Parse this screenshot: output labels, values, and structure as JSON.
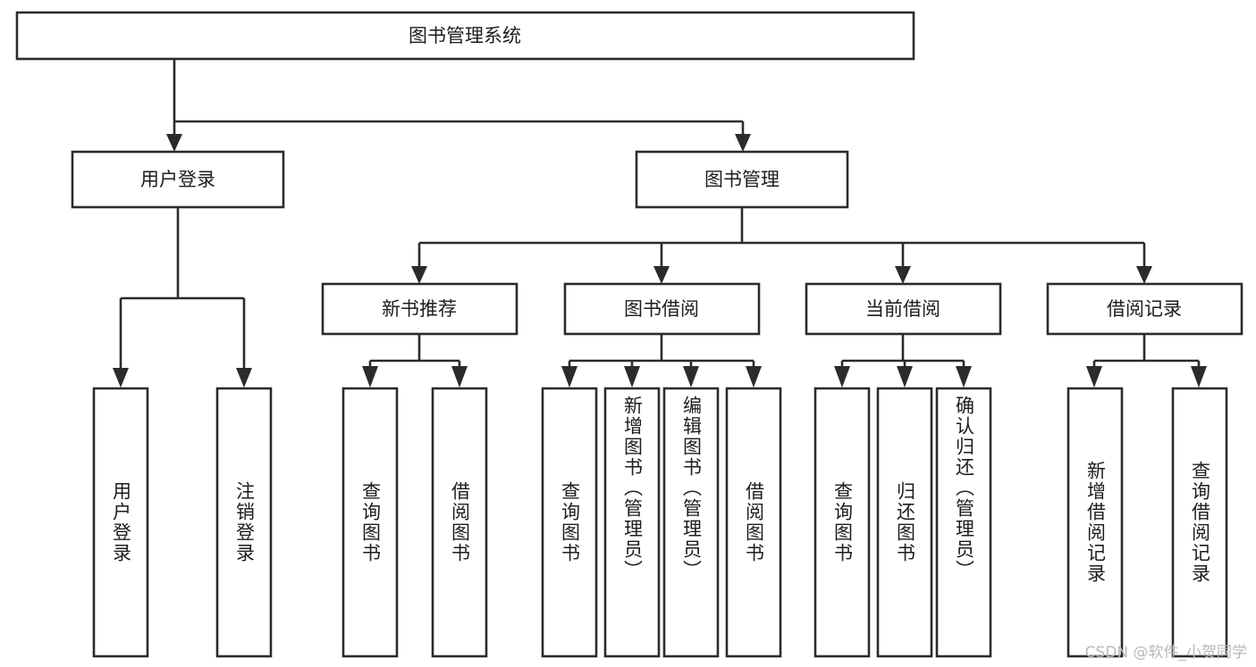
{
  "diagram": {
    "type": "tree",
    "title": "图书管理系统",
    "orientation": "top-down",
    "root": {
      "id": "root",
      "label": "图书管理系统"
    },
    "level2": [
      {
        "id": "user-login",
        "label": "用户登录"
      },
      {
        "id": "book-management",
        "label": "图书管理"
      }
    ],
    "level3": [
      {
        "id": "new-book-recommend",
        "label": "新书推荐",
        "parent": "book-management"
      },
      {
        "id": "book-borrow",
        "label": "图书借阅",
        "parent": "book-management"
      },
      {
        "id": "current-borrow",
        "label": "当前借阅",
        "parent": "book-management"
      },
      {
        "id": "borrow-record",
        "label": "借阅记录",
        "parent": "book-management"
      }
    ],
    "leaves": {
      "user-login": [
        {
          "id": "leaf-user-login",
          "label": "用户登录"
        },
        {
          "id": "leaf-logout",
          "label": "注销登录"
        }
      ],
      "new-book-recommend": [
        {
          "id": "leaf-query-book-1",
          "label": "查询图书"
        },
        {
          "id": "leaf-borrow-book-1",
          "label": "借阅图书"
        }
      ],
      "book-borrow": [
        {
          "id": "leaf-query-book-2",
          "label": "查询图书"
        },
        {
          "id": "leaf-add-book-admin",
          "label": "新增图书（管理员）"
        },
        {
          "id": "leaf-edit-book-admin",
          "label": "编辑图书（管理员）"
        },
        {
          "id": "leaf-borrow-book-2",
          "label": "借阅图书"
        }
      ],
      "current-borrow": [
        {
          "id": "leaf-query-book-3",
          "label": "查询图书"
        },
        {
          "id": "leaf-return-book",
          "label": "归还图书"
        },
        {
          "id": "leaf-confirm-return-admin",
          "label": "确认归还（管理员）"
        }
      ],
      "borrow-record": [
        {
          "id": "leaf-add-borrow-record",
          "label": "新增借阅记录"
        },
        {
          "id": "leaf-query-borrow-record",
          "label": "查询借阅记录"
        }
      ]
    }
  },
  "watermark": {
    "text": "CSDN @软件_小贺同学"
  },
  "colors": {
    "stroke": "#2b2b2b",
    "fill": "#ffffff",
    "text": "#1d1d1d",
    "watermark": "#b9b9b9"
  }
}
